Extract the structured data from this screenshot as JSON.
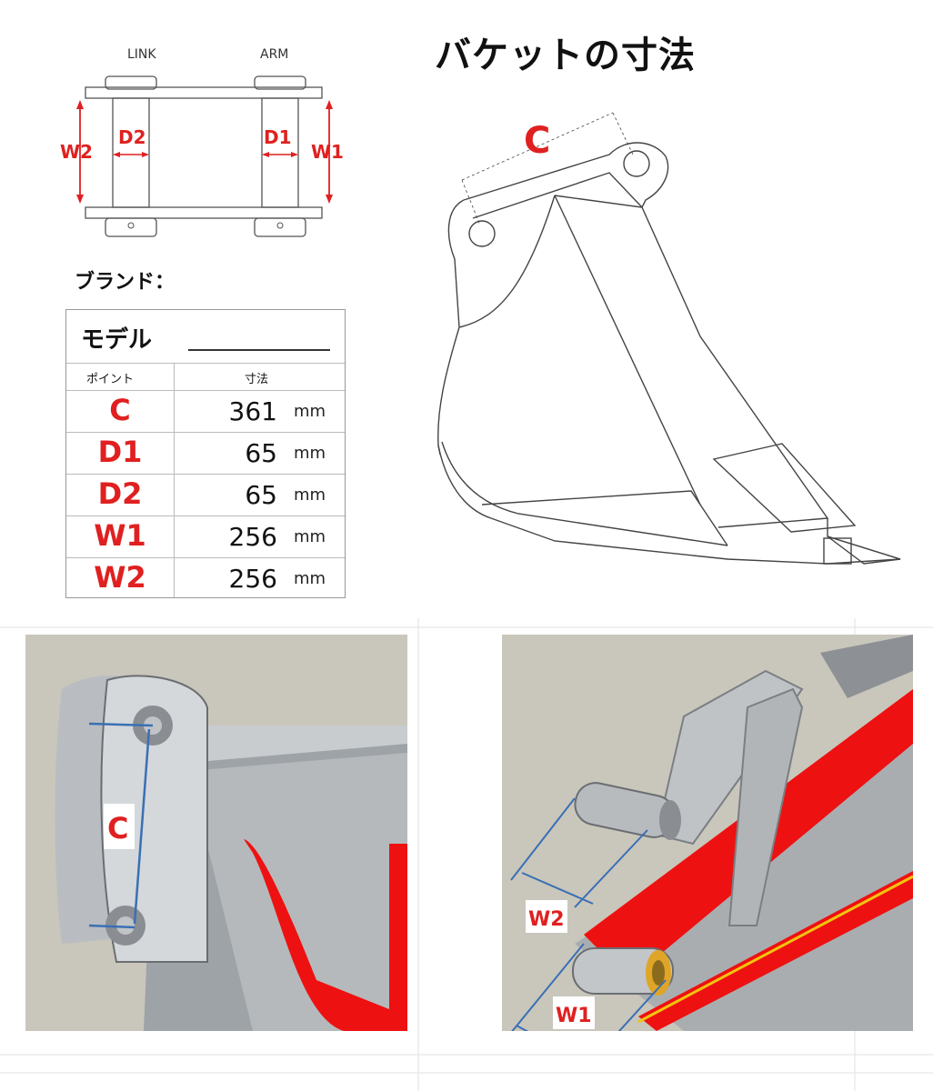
{
  "title": "バケットの寸法",
  "pin_diagram": {
    "link_label": "LINK",
    "arm_label": "ARM",
    "labels": {
      "w2": "W2",
      "d2": "D2",
      "d1": "D1",
      "w1": "W1"
    }
  },
  "brand_label": "ブランド：",
  "table": {
    "model_label": "モデル",
    "header_point": "ポイント",
    "header_size": "寸法",
    "rows": [
      {
        "point": "C",
        "value": "361",
        "unit": "mm"
      },
      {
        "point": "D1",
        "value": "65",
        "unit": "mm"
      },
      {
        "point": "D2",
        "value": "65",
        "unit": "mm"
      },
      {
        "point": "W1",
        "value": "256",
        "unit": "mm"
      },
      {
        "point": "W2",
        "value": "256",
        "unit": "mm"
      }
    ]
  },
  "bucket_diagram": {
    "c_label": "C"
  },
  "photo_left": {
    "c_label": "C"
  },
  "photo_right": {
    "w2_label": "W2",
    "w1_label": "W1"
  },
  "colors": {
    "dimension_red": "#e02020",
    "arrow_blue": "#3a6fb5",
    "boom_red": "#ee1111"
  }
}
